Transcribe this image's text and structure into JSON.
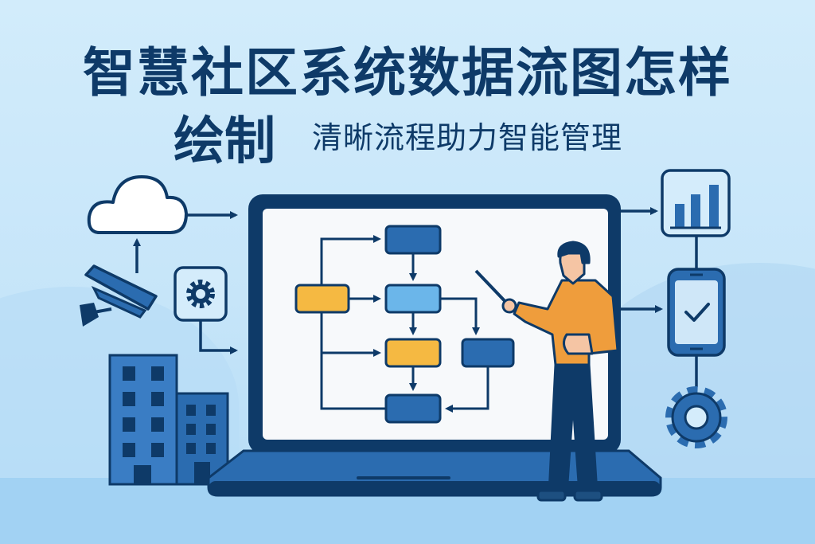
{
  "title": {
    "line1": "智慧社区系统数据流图怎样",
    "line2": "绘制",
    "subtitle": "清晰流程助力智能管理"
  },
  "illustration": {
    "left_icons": [
      "cloud-icon",
      "security-camera-icon",
      "gear-icon",
      "apartment-buildings-icon"
    ],
    "center": {
      "device": "laptop",
      "screen_content": "flowchart",
      "flowchart_nodes": [
        {
          "id": "top",
          "color": "#2b6cb0"
        },
        {
          "id": "left",
          "color": "#f5b942"
        },
        {
          "id": "middle",
          "color": "#6bb6ea"
        },
        {
          "id": "lower-middle",
          "color": "#f5b942"
        },
        {
          "id": "right",
          "color": "#2b6cb0"
        },
        {
          "id": "bottom",
          "color": "#2b6cb0"
        }
      ],
      "presenter": "person-with-pointer"
    },
    "right_icons": [
      "bar-chart-icon",
      "smartphone-check-icon",
      "gear-icon"
    ]
  },
  "colors": {
    "navy": "#0e3a68",
    "primary_blue": "#2b6cb0",
    "light_blue": "#6bb6ea",
    "accent_yellow": "#f5b942",
    "shirt_orange": "#ef9d3c",
    "background": "#cde9fb"
  }
}
